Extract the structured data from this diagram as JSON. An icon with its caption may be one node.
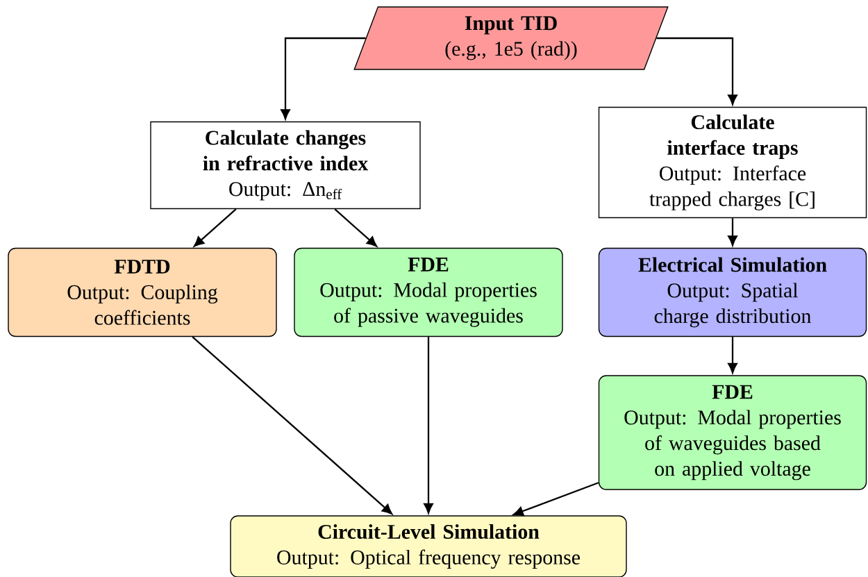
{
  "diagram": {
    "nodes": [
      {
        "text": [
          "Input TID",
          "(e.g., 1e5 (rad))"
        ]
      },
      {
        "text": [
          "Calculate changes in refractive index",
          "Output: Δn$_{eff}$"
        ]
      },
      {
        "text": [
          "Calculate interface traps",
          "Output: Interface trapped charges [C]"
        ]
      },
      {
        "text": [
          "FDTD",
          "Output: Coupling coefficients"
        ]
      },
      {
        "text": [
          "FDE",
          "Output: Modal properties of passive waveguides"
        ]
      },
      {
        "text": [
          "Electrical Simulation",
          "Output: Spatial charge distribution"
        ]
      },
      {
        "text": [
          "FDE",
          "Output: Modal properties of waveguides based on applied voltage"
        ]
      },
      {
        "text": [
          "Circuit-Level Simulation",
          "Output: Optical frequency response"
        ]
      }
    ],
    "edges": [
      {
        "from": 0,
        "to": 1,
        "arrow": "to"
      },
      {
        "from": 0,
        "to": 2,
        "arrow": "to"
      },
      {
        "from": 1,
        "to": 3,
        "arrow": "to"
      },
      {
        "from": 1,
        "to": 4,
        "arrow": "to"
      },
      {
        "from": 2,
        "to": 5,
        "arrow": "to"
      },
      {
        "from": 5,
        "to": 6,
        "arrow": "to"
      },
      {
        "from": 3,
        "to": 7,
        "arrow": "to"
      },
      {
        "from": 4,
        "to": 7,
        "arrow": "to"
      },
      {
        "from": 6,
        "to": 7,
        "arrow": "to"
      }
    ]
  }
}
